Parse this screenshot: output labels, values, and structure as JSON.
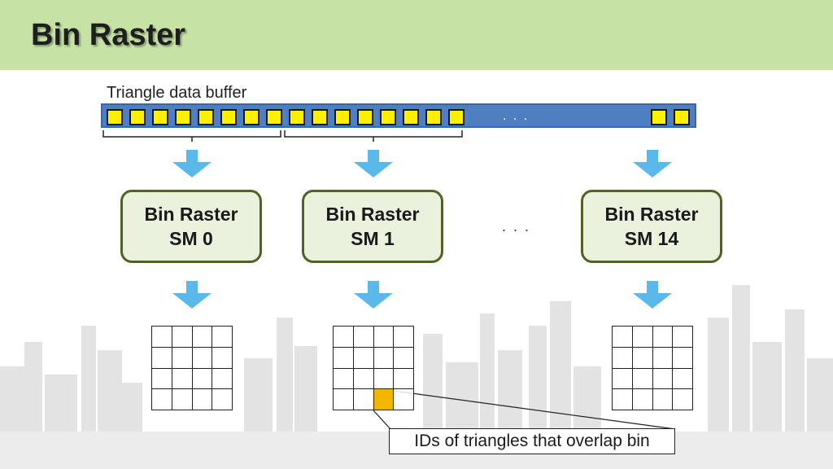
{
  "header": {
    "title": "Bin Raster"
  },
  "buffer": {
    "label": "Triangle data buffer",
    "ellipsis": ". . ."
  },
  "middle": {
    "ellipsis": ". . ."
  },
  "sm_boxes": [
    {
      "line1": "Bin Raster",
      "line2": "SM 0"
    },
    {
      "line1": "Bin Raster",
      "line2": "SM 1"
    },
    {
      "line1": "Bin Raster",
      "line2": "SM 14"
    }
  ],
  "callout": {
    "text": "IDs of triangles that overlap bin"
  },
  "colors": {
    "title_bar": "#c6e3a5",
    "buffer_bar": "#4d7fc1",
    "cell": "#ffef00",
    "arrow": "#5bb8ea",
    "sm_fill": "#eaf1dc",
    "sm_border": "#4f6228",
    "highlight_bin": "#f5b400"
  }
}
